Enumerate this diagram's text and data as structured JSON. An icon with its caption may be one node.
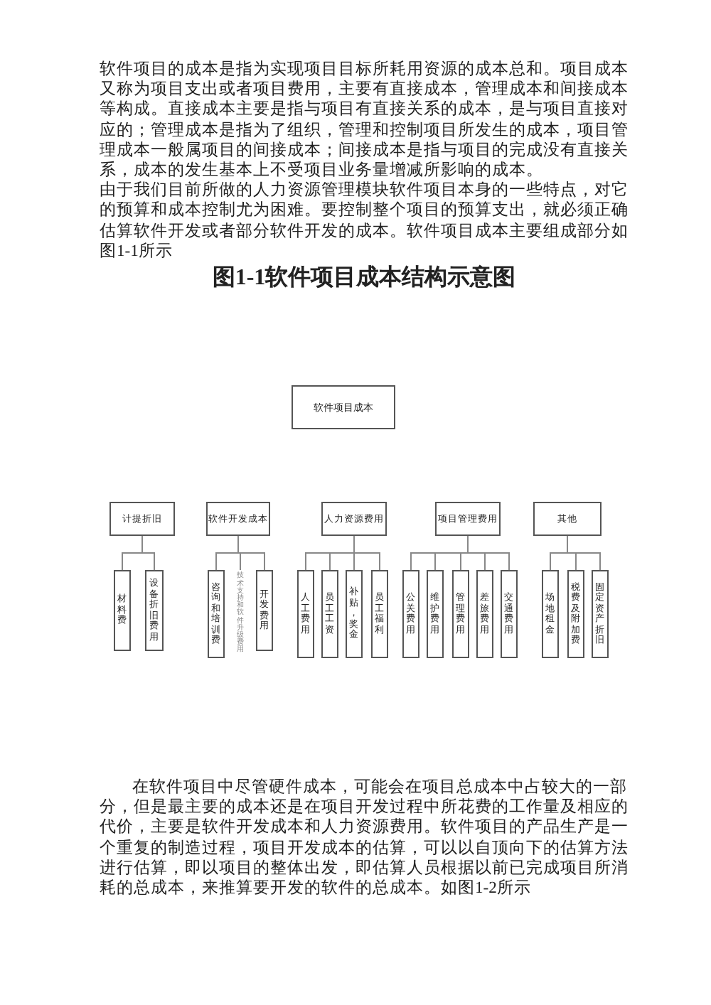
{
  "diagram": {
    "title": "图1-1软件项目成本结构示意图",
    "nodes": [
      {
        "text": [
          "软件项目成本"
        ]
      },
      {
        "text": [
          "计提折旧"
        ]
      },
      {
        "text": [
          "软件开发成本"
        ]
      },
      {
        "text": [
          "人力资源费用"
        ]
      },
      {
        "text": [
          "项目管理费用"
        ]
      },
      {
        "text": [
          "其他"
        ]
      },
      {
        "text": [
          "材料费"
        ]
      },
      {
        "text": [
          "设备折旧费用"
        ]
      },
      {
        "text": [
          "咨询和培训费"
        ]
      },
      {
        "text": [
          "技术支持和软件升级费用"
        ]
      },
      {
        "text": [
          "开发费用"
        ]
      },
      {
        "text": [
          "人工费用"
        ]
      },
      {
        "text": [
          "员工工资"
        ]
      },
      {
        "text": [
          "补贴，奖金"
        ]
      },
      {
        "text": [
          "员工福利"
        ]
      },
      {
        "text": [
          "公关费用"
        ]
      },
      {
        "text": [
          "维护费用"
        ]
      },
      {
        "text": [
          "管理费用"
        ]
      },
      {
        "text": [
          "差旅费用"
        ]
      },
      {
        "text": [
          "交通费用"
        ]
      },
      {
        "text": [
          "场地租金"
        ]
      },
      {
        "text": [
          "税费及附加费"
        ]
      },
      {
        "text": [
          "固定资产折旧"
        ]
      }
    ],
    "edges": [
      {
        "from": 1,
        "to": 6,
        "arrow": "none"
      },
      {
        "from": 1,
        "to": 7,
        "arrow": "none"
      },
      {
        "from": 2,
        "to": 8,
        "arrow": "none"
      },
      {
        "from": 2,
        "to": 9,
        "arrow": "none"
      },
      {
        "from": 2,
        "to": 10,
        "arrow": "none"
      },
      {
        "from": 3,
        "to": 11,
        "arrow": "none"
      },
      {
        "from": 3,
        "to": 12,
        "arrow": "none"
      },
      {
        "from": 3,
        "to": 13,
        "arrow": "none"
      },
      {
        "from": 3,
        "to": 14,
        "arrow": "none"
      },
      {
        "from": 4,
        "to": 15,
        "arrow": "none"
      },
      {
        "from": 4,
        "to": 16,
        "arrow": "none"
      },
      {
        "from": 4,
        "to": 17,
        "arrow": "none"
      },
      {
        "from": 4,
        "to": 18,
        "arrow": "none"
      },
      {
        "from": 4,
        "to": 19,
        "arrow": "none"
      },
      {
        "from": 5,
        "to": 20,
        "arrow": "none"
      },
      {
        "from": 5,
        "to": 21,
        "arrow": "none"
      },
      {
        "from": 5,
        "to": 22,
        "arrow": "none"
      }
    ],
    "labels": [
      "软件项目的成本是指为实现项目目标所耗用资源的成本总和。项目成本又称为项目支出或者项目费用，主要有直接成本，管理成本和间接成本等构成。直接成本主要是指与项目有直接关系的成本，是与项目直接对应的；管理成本是指为了组织，管理和控制项目所发生的成本，项目管理成本一般属项目的间接成本；间接成本是指与项目的完成没有直接关系，成本的发生基本上不受项目业务量增减所影响的成本。",
      "由于我们目前所做的人力资源管理模块软件项目本身的一些特点，对它的预算和成本控制尤为困难。要控制整个项目的预算支出，就必须正确估算软件开发或者部分软件开发的成本。软件项目成本主要组成部分如图1-1所示",
      "在软件项目中尽管硬件成本，可能会在项目总成本中占较大的一部分，但是最主要的成本还是在项目开发过程中所花费的工作量及相应的代价，主要是软件开发成本和人力资源费用。软件项目的产品生产是一个重复的制造过程，项目开发成本的估算，可以以自顶向下的估算方法进行估算，即以项目的整体出发，即估算人员根据以前已完成项目所消耗的总成本，来推算要开发的软件的总成本。如图1-2所示"
    ]
  }
}
